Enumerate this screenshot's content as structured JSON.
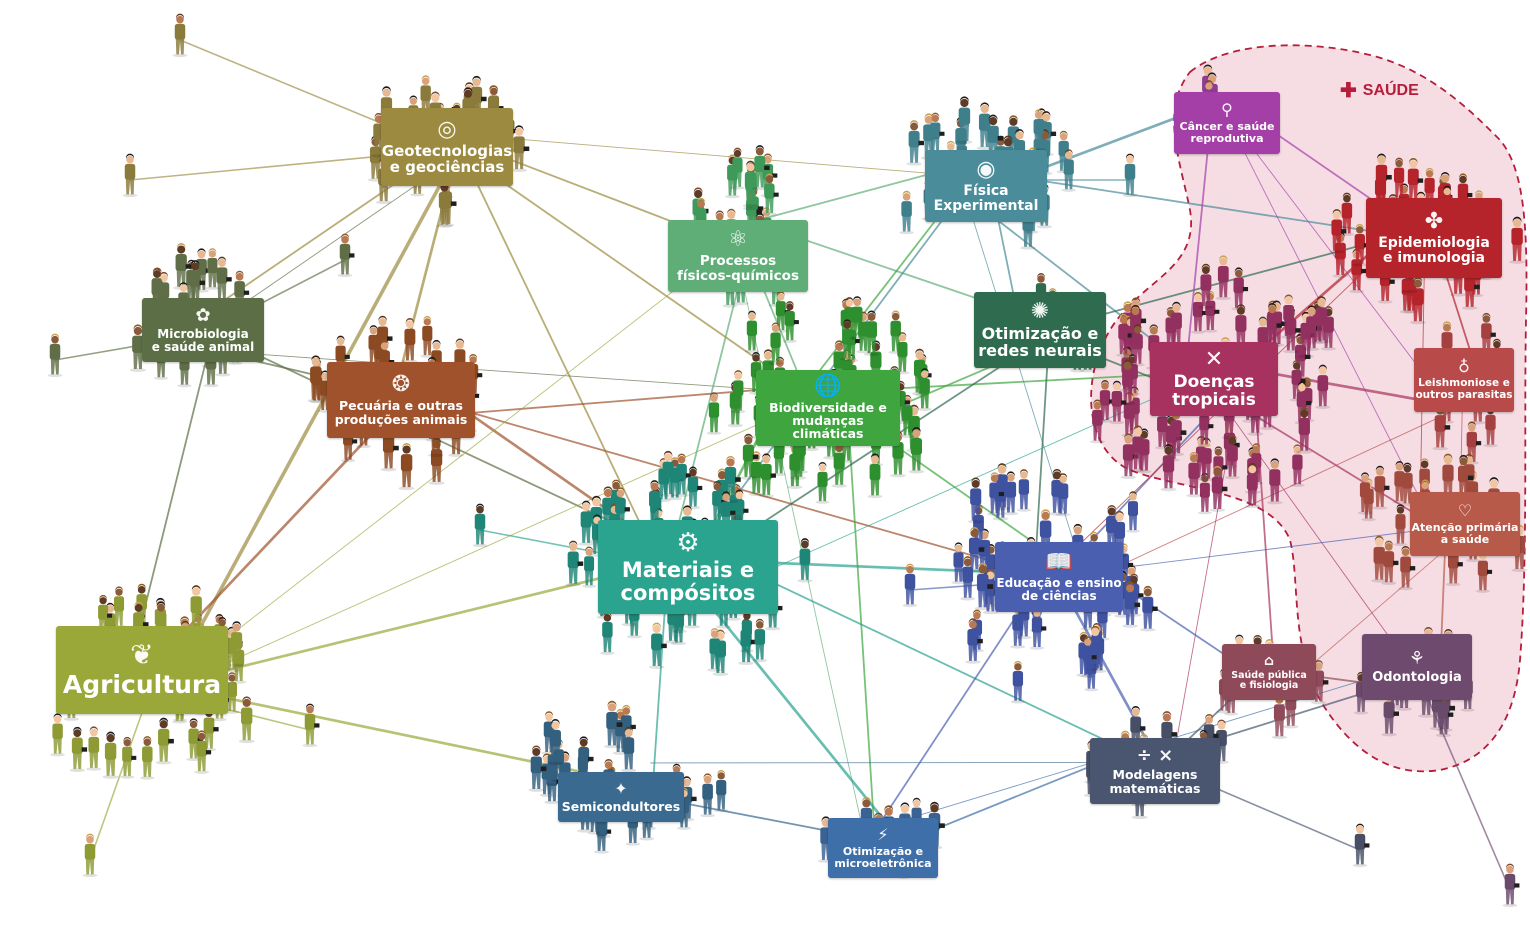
{
  "region": {
    "label": "SAÚDE",
    "icon": "health-cross-icon",
    "color": "#b51d3a",
    "fill": "#f6dde4"
  },
  "clusters": [
    {
      "id": "geo",
      "lines": [
        "Geotecnologias",
        "e geociências"
      ],
      "icon": "terrain-icon",
      "color": "#9b8a3f",
      "person_color": "#8a7a3b"
    },
    {
      "id": "micro",
      "lines": [
        "Microbiologia",
        "e saúde animal"
      ],
      "icon": "bacteria-icon",
      "color": "#5b6e45",
      "person_color": "#5f6e47"
    },
    {
      "id": "pec",
      "lines": [
        "Pecuária e outras",
        "produções animais"
      ],
      "icon": "animal-icon",
      "color": "#a0522d",
      "person_color": "#8b4a22"
    },
    {
      "id": "agri",
      "lines": [
        "Agricultura"
      ],
      "icon": "plant-icon",
      "color": "#9aa83a",
      "person_color": "#8e9b35"
    },
    {
      "id": "proc",
      "lines": [
        "Processos",
        "físicos-químicos"
      ],
      "icon": "molecule-icon",
      "color": "#5fae78",
      "person_color": "#3f9a5a"
    },
    {
      "id": "bio",
      "lines": [
        "Biodiversidade e",
        "mudanças climáticas"
      ],
      "icon": "globe-leaf-icon",
      "color": "#3fa63f",
      "person_color": "#2e8f2e"
    },
    {
      "id": "fis",
      "lines": [
        "Física",
        "Experimental"
      ],
      "icon": "atom-icon",
      "color": "#4a8c9a",
      "person_color": "#3f7f8c"
    },
    {
      "id": "otrn",
      "lines": [
        "Otimização e",
        "redes neurais"
      ],
      "icon": "neuron-icon",
      "color": "#2f6b4f",
      "person_color": "#2f6b4f"
    },
    {
      "id": "mat",
      "lines": [
        "Materiais e",
        "compósitos"
      ],
      "icon": "gears-icon",
      "color": "#2aa38f",
      "person_color": "#1f8576"
    },
    {
      "id": "edu",
      "lines": [
        "Educação e ensino",
        "de ciências"
      ],
      "icon": "book-icon",
      "color": "#4a5fb0",
      "person_color": "#3f52a0"
    },
    {
      "id": "semi",
      "lines": [
        "Semicondultores"
      ],
      "icon": "rocket-chip-icon",
      "color": "#3a6a8f",
      "person_color": "#34607f"
    },
    {
      "id": "otme",
      "lines": [
        "Otimização e",
        "microeletrônica"
      ],
      "icon": "lightning-chip-icon",
      "color": "#3f6fa8",
      "person_color": "#3a6293"
    },
    {
      "id": "mod",
      "lines": [
        "Modelagens",
        "matemáticas"
      ],
      "icon": "math-symbols-icon",
      "color": "#4a5570",
      "person_color": "#474f66"
    },
    {
      "id": "can",
      "lines": [
        "Câncer e saúde",
        "reprodutiva"
      ],
      "icon": "ribbon-pin-icon",
      "color": "#a53fa8",
      "person_color": "#8f3d93"
    },
    {
      "id": "epi",
      "lines": [
        "Epidemiologia",
        "e imunologia"
      ],
      "icon": "virus-hands-icon",
      "color": "#b5232b",
      "person_color": "#b5232b"
    },
    {
      "id": "doe",
      "lines": [
        "Doenças",
        "tropicais"
      ],
      "icon": "mosquito-icon",
      "color": "#a8325f",
      "person_color": "#92305f"
    },
    {
      "id": "lei",
      "lines": [
        "Leishmoniose e",
        "outros parasitas"
      ],
      "icon": "foot-icon",
      "color": "#b84a4a",
      "person_color": "#a54040"
    },
    {
      "id": "ate",
      "lines": [
        "Atenção primária",
        "a saúde"
      ],
      "icon": "hands-heart-icon",
      "color": "#b85a4a",
      "person_color": "#a04a3e"
    },
    {
      "id": "spub",
      "lines": [
        "Saúde pública",
        "e fisiologia"
      ],
      "icon": "building-icon",
      "color": "#8f4a5a",
      "person_color": "#8f4a5a"
    },
    {
      "id": "odo",
      "lines": [
        "Odontologia"
      ],
      "icon": "tooth-icon",
      "color": "#6f4a6f",
      "person_color": "#6a4a6a"
    }
  ]
}
